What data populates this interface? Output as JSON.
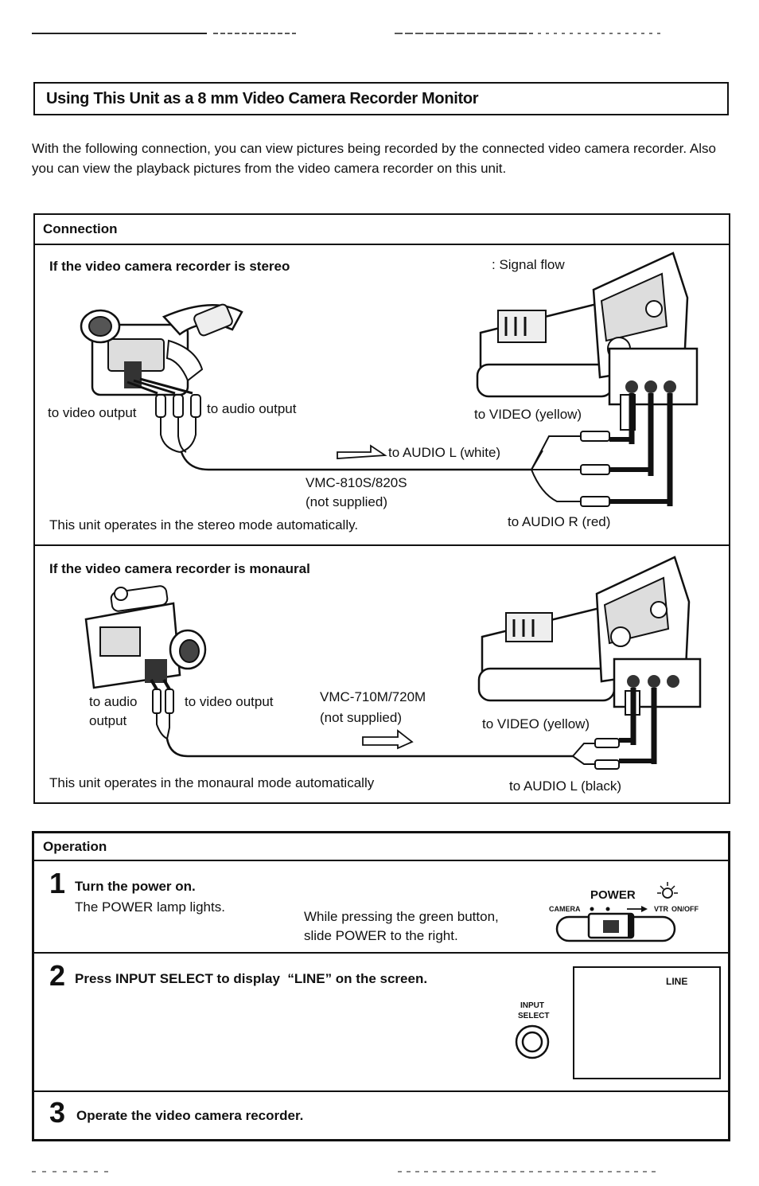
{
  "section_title": "Using This Unit as a 8 mm Video Camera Recorder Monitor",
  "intro": "With the following connection, you can view pictures being recorded by the connected video camera recorder. Also you can view the playback pictures from the video camera recorder on this unit.",
  "connection": {
    "header": "Connection",
    "stereo": {
      "heading": "If the video camera recorder is stereo",
      "signal_flow": ": Signal flow",
      "to_video_output": "to video output",
      "to_audio_output": "to audio output",
      "to_video_yellow": "to VIDEO (yellow)",
      "to_audio_l_white": "to AUDIO L (white)",
      "cable_model": "VMC-810S/820S",
      "not_supplied": "(not supplied)",
      "note": "This unit operates in the stereo mode automatically.",
      "to_audio_r_red": "to AUDIO R (red)"
    },
    "monaural": {
      "heading": "If the video camera recorder is monaural",
      "to_audio": "to audio",
      "output": "output",
      "to_video_output": "to video output",
      "cable_model": "VMC-710M/720M",
      "not_supplied": "(not supplied)",
      "to_video_yellow": "to VIDEO (yellow)",
      "note": "This unit operates in the monaural mode automatically",
      "to_audio_l_black": "to AUDIO L (black)"
    }
  },
  "operation": {
    "header": "Operation",
    "steps": [
      {
        "number": "1",
        "title": "Turn the power on.",
        "text": "The POWER lamp lights.",
        "instruction_line1": "While pressing the green button,",
        "instruction_line2": "slide POWER to the right.",
        "power_label": "POWER",
        "camera_label": "CAMERA",
        "vtr_label": "VTR",
        "onoff_label": "ON/OFF"
      },
      {
        "number": "2",
        "title": "Press INPUT SELECT to display  “LINE” on the screen.",
        "input_label_1": "INPUT",
        "input_label_2": "SELECT",
        "screen_text": "LINE"
      },
      {
        "number": "3",
        "title": "Operate the video camera recorder."
      }
    ]
  }
}
